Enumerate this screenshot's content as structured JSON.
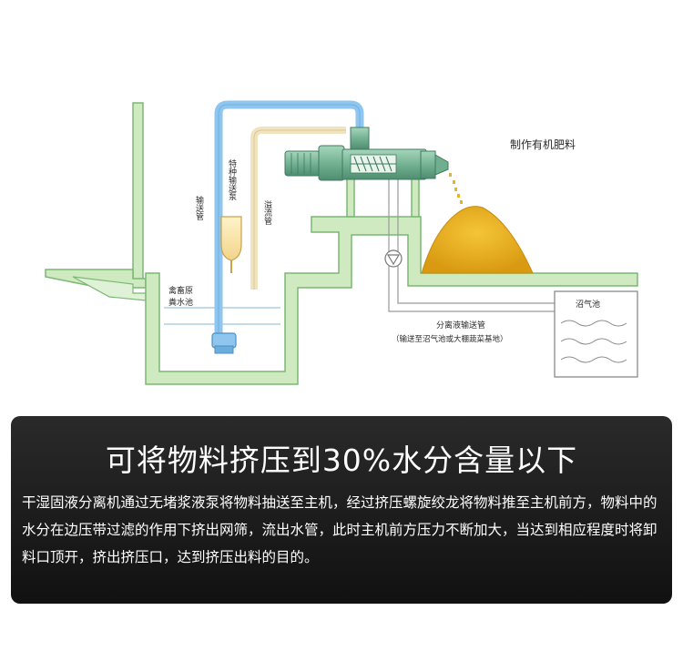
{
  "diagram": {
    "labels": {
      "product": "制作有机肥料",
      "special_pump": "特种输送泵",
      "delivery_pipe": "输送管",
      "overflow_pipe": "溢流管",
      "manure_pool_line1": "禽畜原",
      "manure_pool_line2": "粪水池",
      "separation_pipe": "分离液输送管",
      "separation_pipe_note": "（输送至沼气池或大棚蔬菜基地）",
      "biogas_pool": "沼气池"
    },
    "colors": {
      "structure_fill": "#cfe9c0",
      "structure_stroke": "#7ab873",
      "delivery_pipe": "#8fc6ef",
      "overflow_pipe": "#f0e3bd",
      "machine": "#7fbb9d",
      "fertilizer": "#e8b424",
      "water": "#9cc5df"
    },
    "icons": [
      "pump-icon",
      "check-valve-icon",
      "screw-press-icon"
    ]
  },
  "panel": {
    "title": "可将物料挤压到30%水分含量以下",
    "body": "干湿固液分离机通过无堵浆液泵将物料抽送至主机，经过挤压螺旋绞龙将物料推至主机前方，物料中的水分在边压带过滤的作用下挤出网筛，流出水管，此时主机前方压力不断加大，当达到相应程度时将卸料口顶开，挤出挤压口，达到挤压出料的目的。"
  }
}
